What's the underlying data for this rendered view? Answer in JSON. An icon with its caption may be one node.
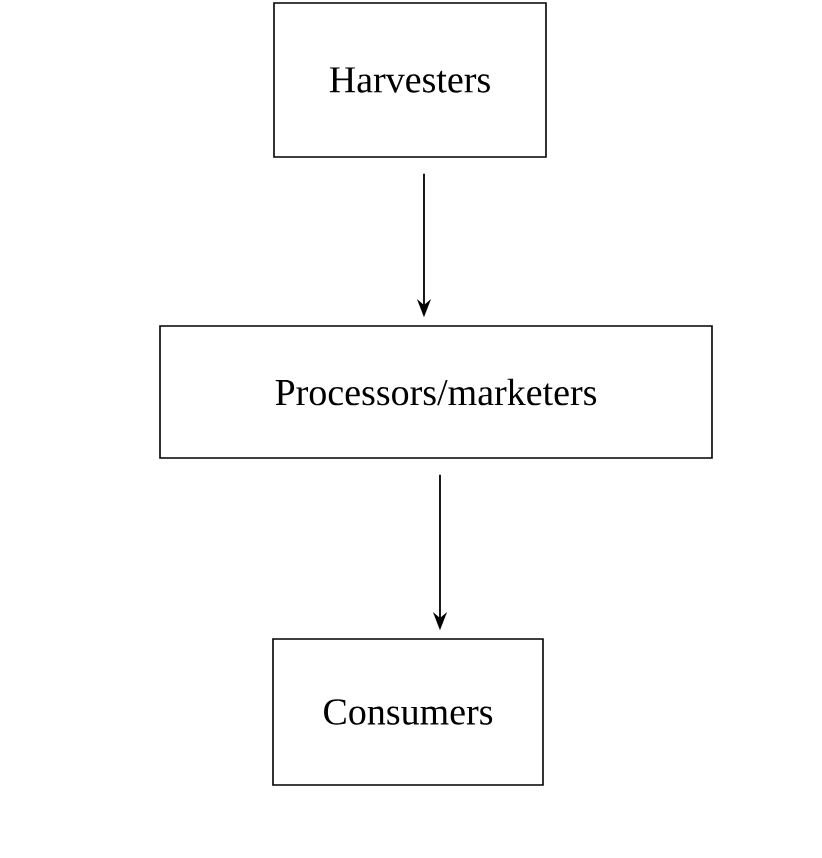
{
  "diagram": {
    "nodes": [
      {
        "text": [
          "Harvesters"
        ]
      },
      {
        "text": [
          "Processors/marketers"
        ]
      },
      {
        "text": [
          "Consumers"
        ]
      }
    ],
    "edges": [
      {
        "from": 0,
        "to": 1,
        "arrow": "to"
      },
      {
        "from": 1,
        "to": 2,
        "arrow": "to"
      }
    ]
  }
}
